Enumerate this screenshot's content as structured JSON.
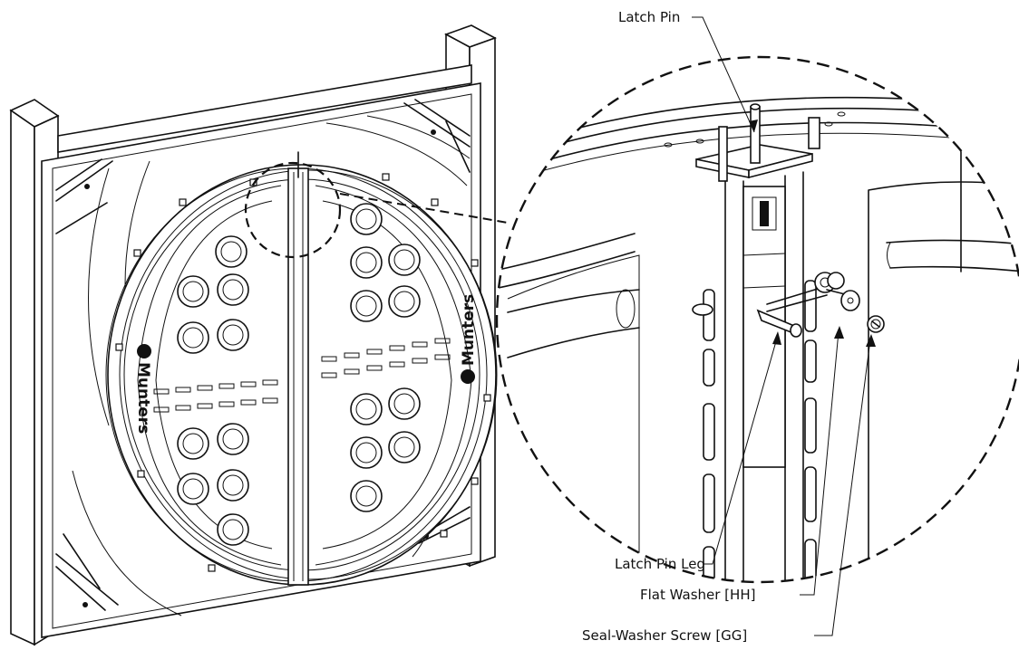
{
  "callouts": {
    "latch_pin": "Latch Pin",
    "latch_pin_leg": "Latch Pin Leg",
    "flat_washer": "Flat Washer [HH]",
    "seal_washer_screw": "Seal-Washer Screw [GG]"
  },
  "brand": {
    "name": "Munters"
  }
}
